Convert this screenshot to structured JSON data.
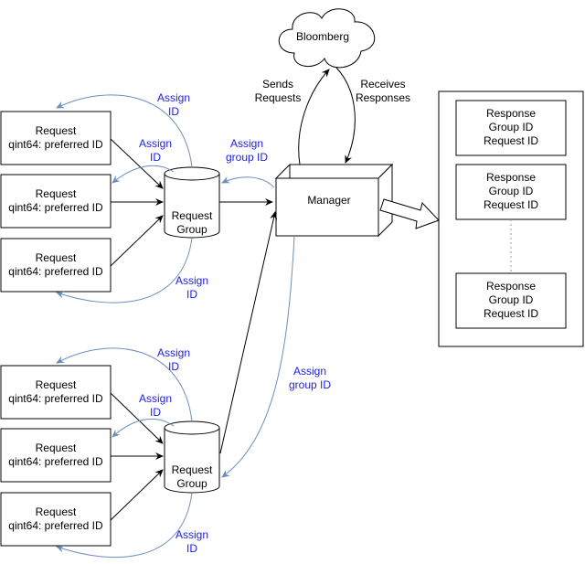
{
  "bloomberg": {
    "label": "Bloomberg"
  },
  "manager": {
    "label": "Manager"
  },
  "request_groups": [
    {
      "line1": "Request",
      "line2": "Group"
    },
    {
      "line1": "Request",
      "line2": "Group"
    }
  ],
  "requests": [
    {
      "line1": "Request",
      "line2": "qint64: preferred ID"
    },
    {
      "line1": "Request",
      "line2": "qint64: preferred ID"
    },
    {
      "line1": "Request",
      "line2": "qint64: preferred ID"
    },
    {
      "line1": "Request",
      "line2": "qint64: preferred ID"
    },
    {
      "line1": "Request",
      "line2": "qint64: preferred ID"
    },
    {
      "line1": "Request",
      "line2": "qint64: preferred ID"
    }
  ],
  "responses": [
    {
      "line1": "Response",
      "line2": "Group ID",
      "line3": "Request ID"
    },
    {
      "line1": "Response",
      "line2": "Group ID",
      "line3": "Request ID"
    },
    {
      "line1": "Response",
      "line2": "Group ID",
      "line3": "Request ID"
    }
  ],
  "edge_labels": {
    "sends": [
      "Sends",
      "Requests"
    ],
    "receives": [
      "Receives",
      "Responses"
    ],
    "assign_group_id_top": [
      "Assign",
      "group ID"
    ],
    "assign_group_id_bottom": [
      "Assign",
      "group ID"
    ],
    "assign_id": [
      [
        "Assign",
        "ID"
      ],
      [
        "Assign",
        "ID"
      ],
      [
        "Assign",
        "ID"
      ],
      [
        "Assign",
        "ID"
      ],
      [
        "Assign",
        "ID"
      ],
      [
        "Assign",
        "ID"
      ]
    ]
  },
  "colors": {
    "edge_black": "#000000",
    "edge_blue": "#6c8ebf",
    "label_blue": "#1a1aff"
  }
}
